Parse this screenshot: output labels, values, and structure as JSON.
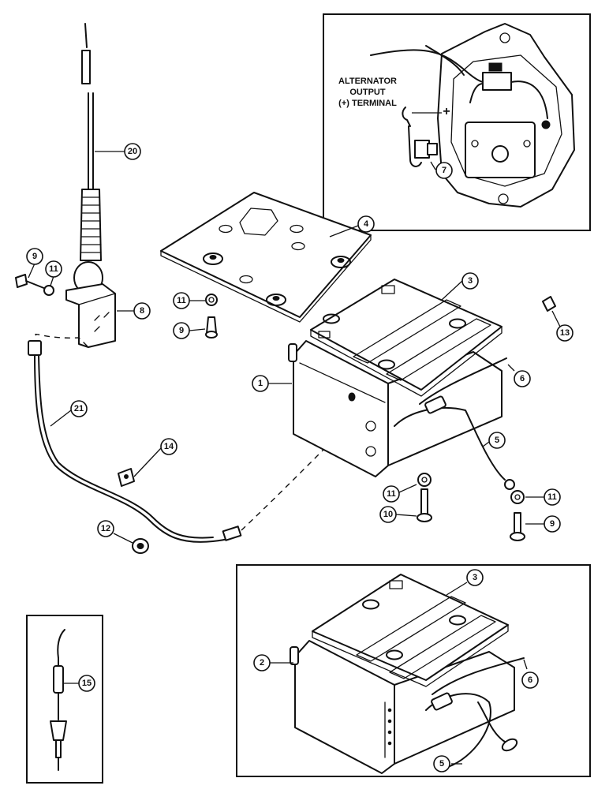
{
  "callouts": {
    "c1": "1",
    "c2": "2",
    "c3a": "3",
    "c3b": "3",
    "c4": "4",
    "c5a": "5",
    "c5b": "5",
    "c6a": "6",
    "c6b": "6",
    "c7": "7",
    "c8": "8",
    "c9a": "9",
    "c9b": "9",
    "c9c": "9",
    "c10": "10",
    "c11a": "11",
    "c11b": "11",
    "c11c": "11",
    "c11d": "11",
    "c12": "12",
    "c13": "13",
    "c14": "14",
    "c15": "15",
    "c20": "20",
    "c21": "21"
  },
  "alternator_label": {
    "line1": "ALTERNATOR",
    "line2": "OUTPUT",
    "line3": "(+) TERMINAL"
  },
  "terminal_sign": "+"
}
